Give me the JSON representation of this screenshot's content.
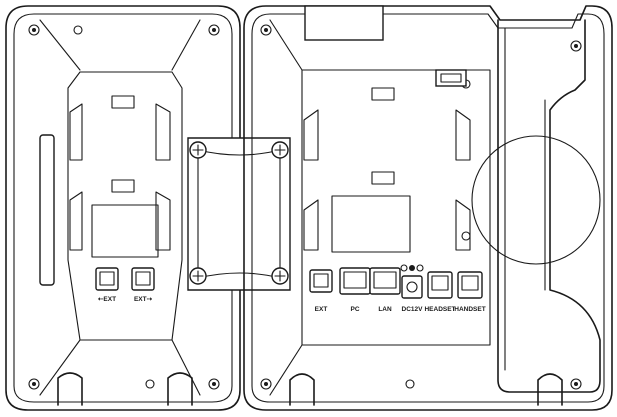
{
  "ports": {
    "left": [
      {
        "id": "ext1",
        "label": "⇠EXT"
      },
      {
        "id": "ext2",
        "label": "EXT⇢"
      }
    ],
    "right": [
      {
        "id": "ext",
        "label": "EXT"
      },
      {
        "id": "pc",
        "label": "PC"
      },
      {
        "id": "lan",
        "label": "LAN"
      },
      {
        "id": "dc",
        "label": "DC12V"
      },
      {
        "id": "headset",
        "label": "HEADSET"
      },
      {
        "id": "handset",
        "label": "HANDSET"
      }
    ]
  },
  "icons": [
    "screw-icon",
    "phone-jack-icon",
    "power-jack-icon",
    "handset-cradle-icon"
  ],
  "colors": {
    "line": "#1a1a1a",
    "background": "#ffffff"
  }
}
